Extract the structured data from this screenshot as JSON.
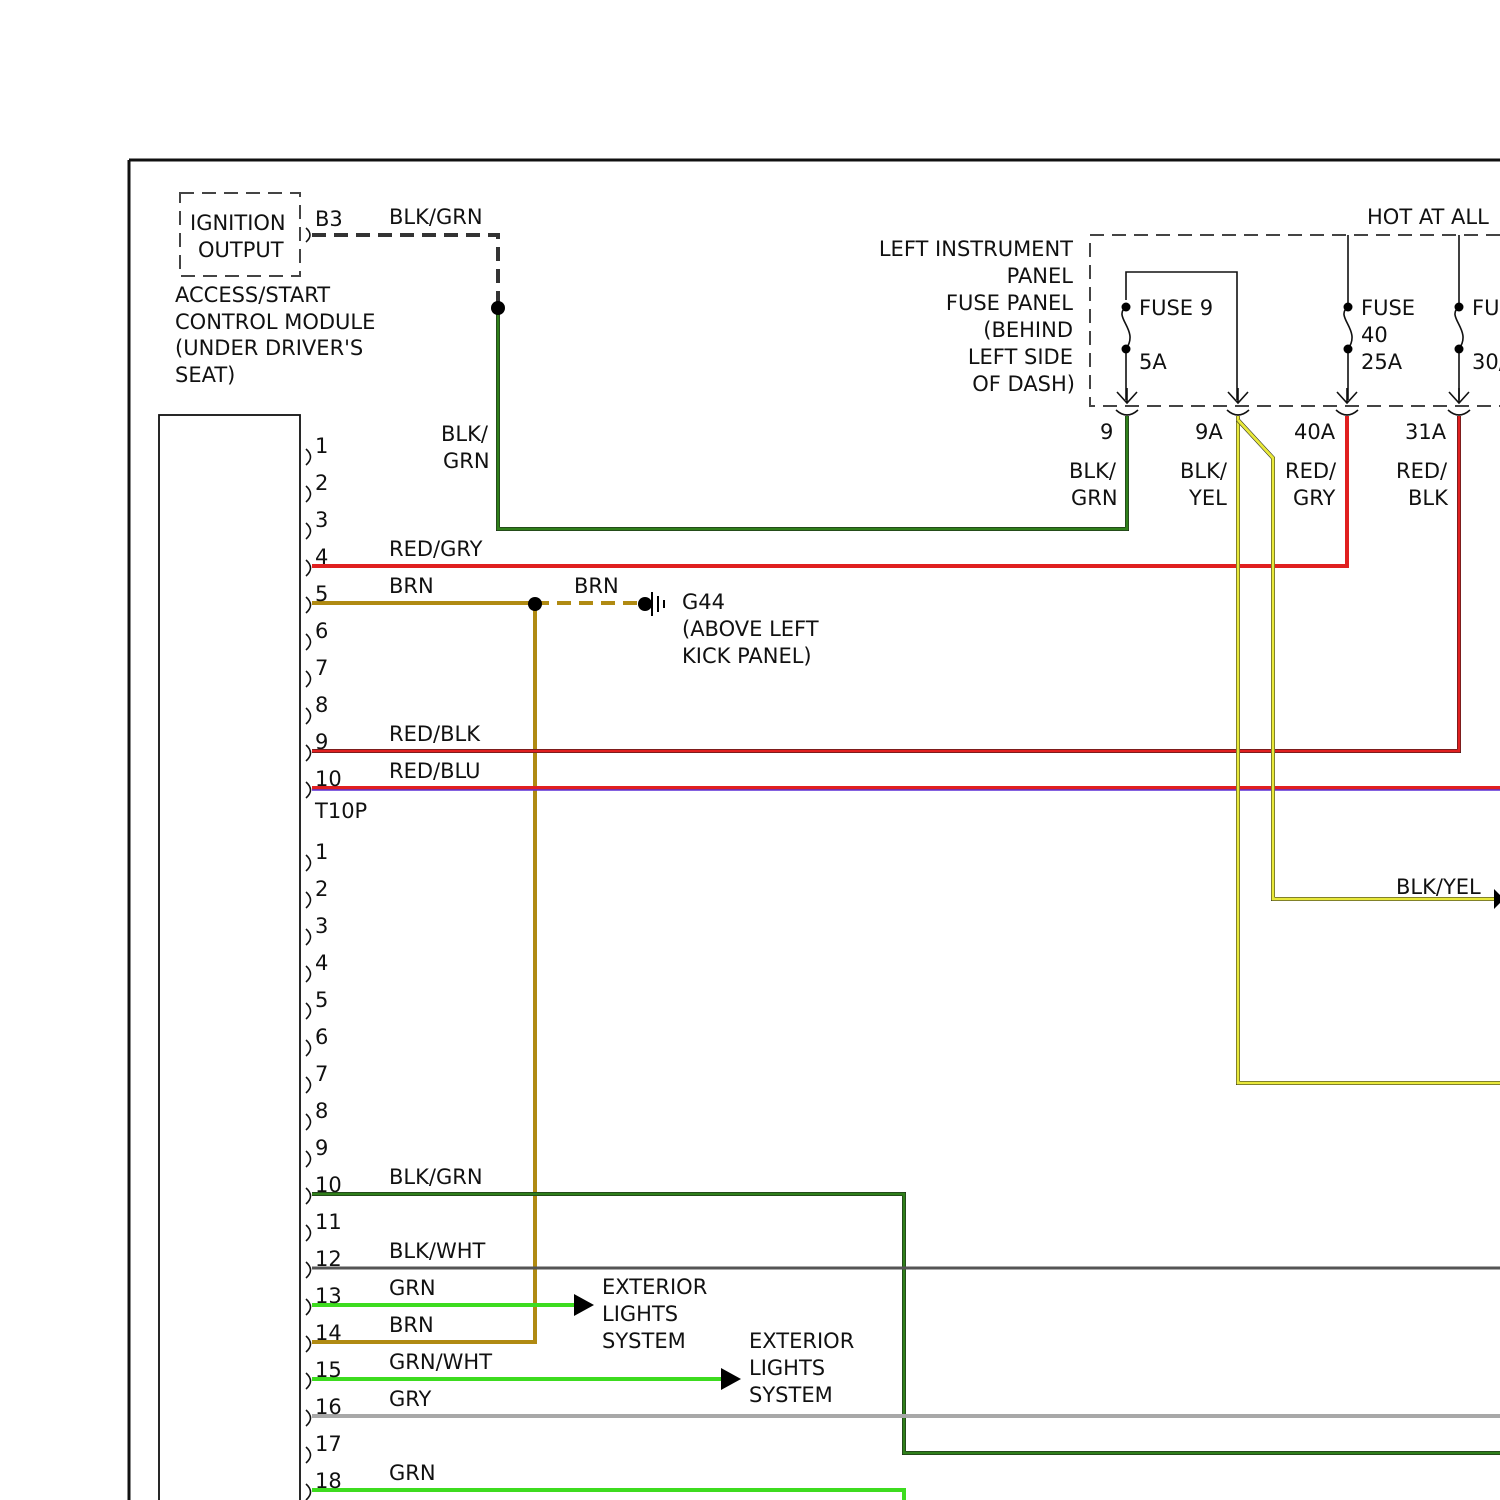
{
  "colors": {
    "blk": "#1a1a1a",
    "grn": "#3ddc1f",
    "blk_grn_under": "#2f7f1a",
    "red": "#e02020",
    "brn": "#b08a12",
    "blu": "#5b2fd6",
    "yel": "#e8e83a",
    "gry": "#a8a8a8"
  },
  "ignition_output": {
    "line1": "IGNITION",
    "line2": "OUTPUT",
    "pin": "B3",
    "wire": "BLK/GRN"
  },
  "module": {
    "lines": [
      "ACCESS/START",
      "CONTROL MODULE",
      "(UNDER DRIVER'S",
      "SEAT)"
    ],
    "connector_name": "T10P",
    "connector1_pins": [
      "1",
      "2",
      "3",
      "4",
      "5",
      "6",
      "7",
      "8",
      "9",
      "10"
    ],
    "connector2_pins": [
      "1",
      "2",
      "3",
      "4",
      "5",
      "6",
      "7",
      "8",
      "9",
      "10",
      "11",
      "12",
      "13",
      "14",
      "15",
      "16",
      "17",
      "18"
    ]
  },
  "fuse_panel": {
    "lines": [
      "LEFT INSTRUMENT",
      "PANEL",
      "FUSE PANEL",
      "(BEHIND",
      "LEFT SIDE",
      "OF DASH)"
    ],
    "hot_label": "HOT AT ALL",
    "fuse9": {
      "name": "FUSE 9",
      "rating": "5A"
    },
    "fuse40": {
      "name": "FUSE",
      "number": "40",
      "rating": "25A"
    },
    "fuse31": {
      "name": "FU",
      "rating": "30/"
    },
    "terminals": [
      "9",
      "9A",
      "40A",
      "31A"
    ]
  },
  "wires": {
    "w_blkgrn_vert": [
      "BLK/",
      "GRN"
    ],
    "w_t9": [
      "BLK/",
      "GRN"
    ],
    "w_t9a": [
      "BLK/",
      "YEL"
    ],
    "w_t40a": [
      "RED/",
      "GRY"
    ],
    "w_t31a": [
      "RED/",
      "BLK"
    ],
    "pin4": "RED/GRY",
    "pin5": "BRN",
    "pin5b": "BRN",
    "pin9": "RED/BLK",
    "pin10": "RED/BLU",
    "blk_yel_right": "BLK/YEL",
    "c2_pin10": "BLK/GRN",
    "c2_pin12": "BLK/WHT",
    "c2_pin13": "GRN",
    "c2_pin14": "BRN",
    "c2_pin15": "GRN/WHT",
    "c2_pin16": "GRY",
    "c2_pin18": "GRN"
  },
  "ground": {
    "id": "G44",
    "lines": [
      "(ABOVE LEFT",
      "KICK PANEL)"
    ]
  },
  "exterior1": [
    "EXTERIOR",
    "LIGHTS",
    "SYSTEM"
  ],
  "exterior2": [
    "EXTERIOR",
    "LIGHTS",
    "SYSTEM"
  ]
}
